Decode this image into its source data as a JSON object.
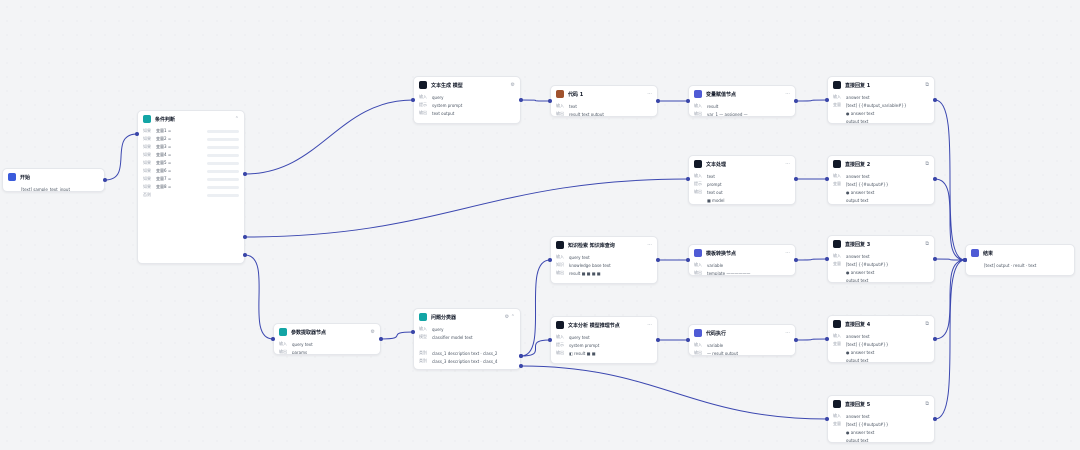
{
  "colors": {
    "edge": "#3b47b0",
    "port": "#3945a8",
    "icon_blue": "#3b5bdb",
    "icon_teal": "#13a5a5",
    "icon_black": "#111827",
    "icon_brown": "#a0522d",
    "icon_indigo": "#4f5bd5"
  },
  "nodes": [
    {
      "id": "n1",
      "icon": "input-icon",
      "icon_color": "#3b5bdb",
      "title": "开始",
      "ctrl": "",
      "rows": [
        {
          "k": "",
          "v": "[text] sample_text_input"
        }
      ]
    },
    {
      "id": "n2",
      "icon": "table-icon",
      "icon_color": "#13a5a5",
      "title": "条件判断",
      "ctrl": "⌃",
      "rows": [
        {
          "k": "如果",
          "v": "变量1 = "
        },
        {
          "k": "如果",
          "v": "变量2 = "
        },
        {
          "k": "如果",
          "v": "变量3 = "
        },
        {
          "k": "如果",
          "v": "变量4 = "
        },
        {
          "k": "如果",
          "v": "变量5 = "
        },
        {
          "k": "如果",
          "v": "变量6 = "
        },
        {
          "k": "如果",
          "v": "变量7 = "
        },
        {
          "k": "如果",
          "v": "变量8 = "
        },
        {
          "k": "否则",
          "v": ""
        }
      ]
    },
    {
      "id": "n3",
      "icon": "llm-icon",
      "icon_color": "#111827",
      "title": "文本生成 模型",
      "ctrl": "⚙",
      "rows": [
        {
          "k": "输入",
          "v": "query"
        },
        {
          "k": "提示",
          "v": "system prompt"
        },
        {
          "k": "输出",
          "v": "text output"
        }
      ]
    },
    {
      "id": "n4",
      "icon": "code-icon",
      "icon_color": "#a0522d",
      "title": "代码 1",
      "ctrl": "···",
      "rows": [
        {
          "k": "输入",
          "v": "text"
        },
        {
          "k": "输出",
          "v": "result text output"
        }
      ]
    },
    {
      "id": "n5",
      "icon": "tool-icon",
      "icon_color": "#4f5bd5",
      "title": "变量赋值节点",
      "ctrl": "···",
      "rows": [
        {
          "k": "输入",
          "v": "result"
        },
        {
          "k": "输出",
          "v": "var_1  — assigned —"
        }
      ]
    },
    {
      "id": "n6",
      "icon": "answer-icon",
      "icon_color": "#111827",
      "title": "直接回复 1",
      "ctrl": "⧉",
      "rows": [
        {
          "k": "输入",
          "v": "answer text"
        },
        {
          "k": "变量",
          "v": "[text] {{#output_variable#}}"
        },
        {
          "k": "",
          "v": "● answer text"
        },
        {
          "k": "",
          "v": "output text"
        }
      ]
    },
    {
      "id": "n7",
      "icon": "llm-icon",
      "icon_color": "#111827",
      "title": "文本处理",
      "ctrl": "···",
      "rows": [
        {
          "k": "输入",
          "v": "text"
        },
        {
          "k": "提示",
          "v": "prompt"
        },
        {
          "k": "输出",
          "v": "text out"
        },
        {
          "k": "",
          "v": "■ model"
        }
      ]
    },
    {
      "id": "n8",
      "icon": "answer-icon",
      "icon_color": "#111827",
      "title": "直接回复 2",
      "ctrl": "⧉",
      "rows": [
        {
          "k": "输入",
          "v": "answer text"
        },
        {
          "k": "变量",
          "v": "[text] {{#output#}}"
        },
        {
          "k": "",
          "v": "● answer text"
        },
        {
          "k": "",
          "v": "output text"
        }
      ]
    },
    {
      "id": "n9",
      "icon": "table-icon",
      "icon_color": "#13a5a5",
      "title": "参数提取器节点",
      "ctrl": "⚙",
      "rows": [
        {
          "k": "输入",
          "v": "query text"
        },
        {
          "k": "输出",
          "v": "params"
        }
      ]
    },
    {
      "id": "n10",
      "icon": "table-icon",
      "icon_color": "#13a5a5",
      "title": "问题分类器",
      "ctrl": "⚙ ⌃",
      "rows": [
        {
          "k": "输入",
          "v": "query"
        },
        {
          "k": "模型",
          "v": "classifier model text"
        },
        {
          "k": "",
          "v": ""
        },
        {
          "k": "类别",
          "v": "class_1 description text  ·  class_2"
        },
        {
          "k": "类别",
          "v": "class_3 description text  ·  class_4"
        },
        {
          "k": "",
          "v": ""
        }
      ]
    },
    {
      "id": "n11",
      "icon": "llm-icon",
      "icon_color": "#111827",
      "title": "知识检索 知识库查询",
      "ctrl": "···",
      "rows": [
        {
          "k": "输入",
          "v": "query text"
        },
        {
          "k": "知识",
          "v": "knowledge base text"
        },
        {
          "k": "输出",
          "v": "result ■ ■ ■ ■"
        }
      ]
    },
    {
      "id": "n12",
      "icon": "tool-icon",
      "icon_color": "#4f5bd5",
      "title": "模板转换节点",
      "ctrl": "···",
      "rows": [
        {
          "k": "输入",
          "v": "variable"
        },
        {
          "k": "输出",
          "v": "template  ——————"
        }
      ]
    },
    {
      "id": "n13",
      "icon": "answer-icon",
      "icon_color": "#111827",
      "title": "直接回复 3",
      "ctrl": "⧉",
      "rows": [
        {
          "k": "输入",
          "v": "answer text"
        },
        {
          "k": "变量",
          "v": "[text] {{#output#}}"
        },
        {
          "k": "",
          "v": "● answer text"
        },
        {
          "k": "",
          "v": "output text"
        }
      ]
    },
    {
      "id": "n14",
      "icon": "llm-icon",
      "icon_color": "#111827",
      "title": "文本分析 模型推理节点",
      "ctrl": "···",
      "rows": [
        {
          "k": "输入",
          "v": "query text"
        },
        {
          "k": "提示",
          "v": "system prompt"
        },
        {
          "k": "输出",
          "v": "◧ result ■ ■"
        }
      ]
    },
    {
      "id": "n15",
      "icon": "tool-icon",
      "icon_color": "#4f5bd5",
      "title": "代码执行",
      "ctrl": "···",
      "rows": [
        {
          "k": "输入",
          "v": "variable"
        },
        {
          "k": "输出",
          "v": "— result output"
        }
      ]
    },
    {
      "id": "n16",
      "icon": "answer-icon",
      "icon_color": "#111827",
      "title": "直接回复 4",
      "ctrl": "⧉",
      "rows": [
        {
          "k": "输入",
          "v": "answer text"
        },
        {
          "k": "变量",
          "v": "[text] {{#output#}}"
        },
        {
          "k": "",
          "v": "● answer text"
        },
        {
          "k": "",
          "v": "output text"
        }
      ]
    },
    {
      "id": "n17",
      "icon": "answer-icon",
      "icon_color": "#111827",
      "title": "直接回复 5",
      "ctrl": "⧉",
      "rows": [
        {
          "k": "输入",
          "v": "answer text"
        },
        {
          "k": "变量",
          "v": "[text] {{#output#}}"
        },
        {
          "k": "",
          "v": "● answer text"
        },
        {
          "k": "",
          "v": "output text"
        }
      ]
    },
    {
      "id": "n18",
      "icon": "end-icon",
      "icon_color": "#4f5bd5",
      "title": "结束",
      "ctrl": "",
      "rows": [
        {
          "k": "",
          "v": "[text] output  ·  result  ·  text"
        }
      ]
    }
  ],
  "edges": [
    [
      "n1",
      "n2"
    ],
    [
      "n2",
      "n3"
    ],
    [
      "n2",
      "n7"
    ],
    [
      "n2",
      "n9"
    ],
    [
      "n3",
      "n4"
    ],
    [
      "n4",
      "n5"
    ],
    [
      "n5",
      "n6"
    ],
    [
      "n7",
      "n8"
    ],
    [
      "n9",
      "n10"
    ],
    [
      "n10",
      "n11"
    ],
    [
      "n10",
      "n14"
    ],
    [
      "n10",
      "n17"
    ],
    [
      "n11",
      "n12"
    ],
    [
      "n12",
      "n13"
    ],
    [
      "n14",
      "n15"
    ],
    [
      "n15",
      "n16"
    ],
    [
      "n6",
      "n18"
    ],
    [
      "n8",
      "n18"
    ],
    [
      "n13",
      "n18"
    ],
    [
      "n16",
      "n18"
    ],
    [
      "n17",
      "n18"
    ]
  ]
}
